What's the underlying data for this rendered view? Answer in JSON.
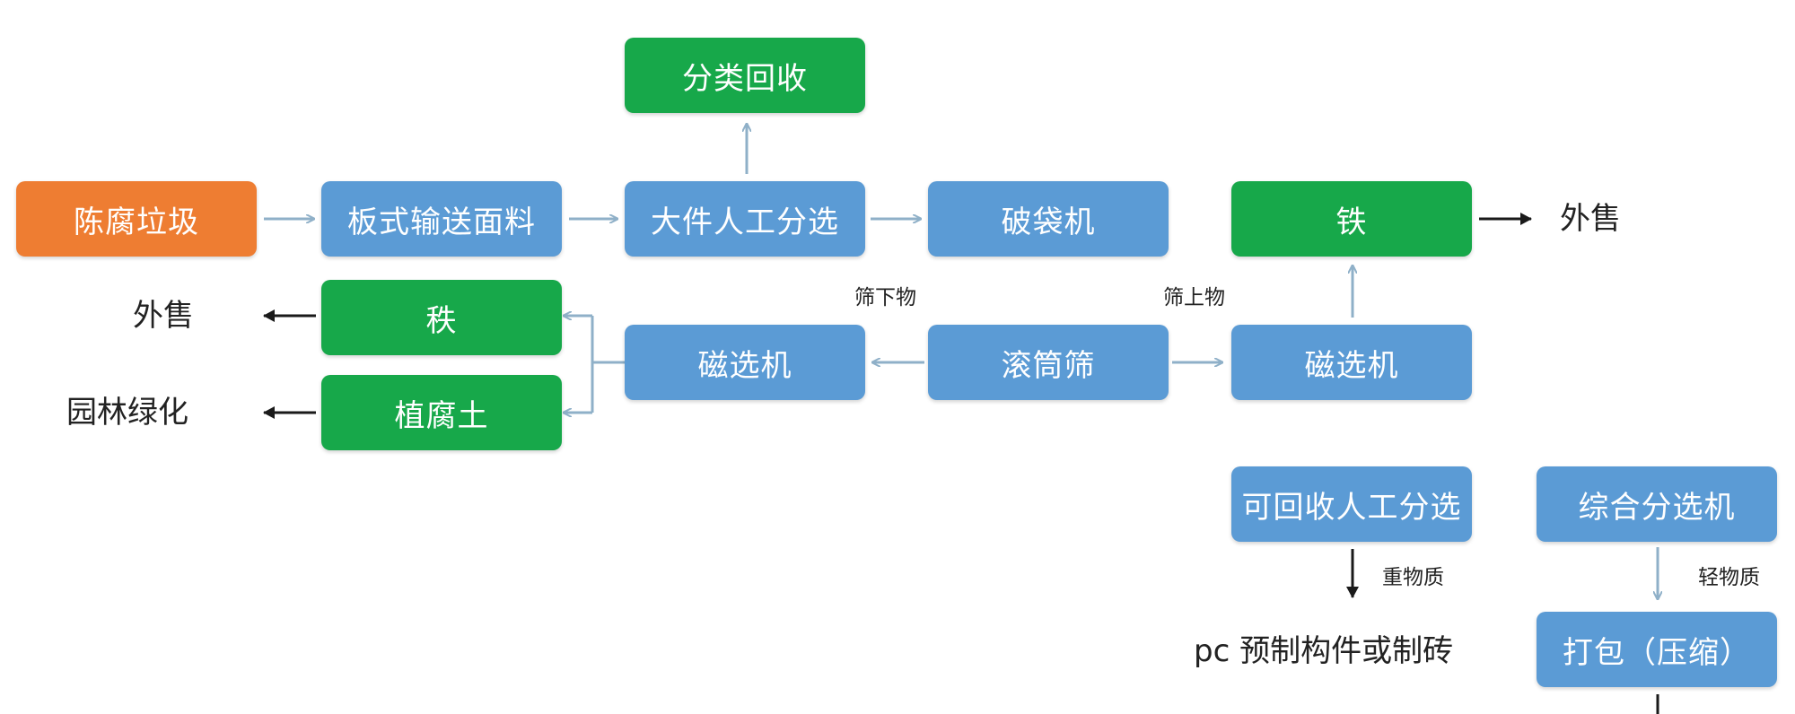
{
  "colors": {
    "blue": "#5b9bd5",
    "green": "#17a84a",
    "orange": "#ee7d32",
    "arrow_light": "#8fb0c8",
    "arrow_dark": "#1a1a1a"
  },
  "nodes": {
    "stale_waste": "陈腐垃圾",
    "plate_conveyor": "板式输送面料",
    "manual_sort_large": "大件人工分选",
    "bag_breaker": "破袋机",
    "iron_top": "铁",
    "classified_recycling": "分类回收",
    "iron_left": "秩",
    "humus_soil": "植腐土",
    "magnetic_separator_left": "磁选机",
    "drum_screen": "滚筒筛",
    "magnetic_separator_right": "磁选机",
    "recyclable_manual_sort": "可回收人工分选",
    "comprehensive_sorter": "综合分选机",
    "baling": "打包（压缩）"
  },
  "labels": {
    "sale_right": "外售",
    "sale_left": "外售",
    "landscaping": "园林绿化",
    "undersize": "筛下物",
    "oversize": "筛上物",
    "heavy_material": "重物质",
    "light_material": "轻物质",
    "pc_precast": "pc 预制构件或制砖"
  }
}
